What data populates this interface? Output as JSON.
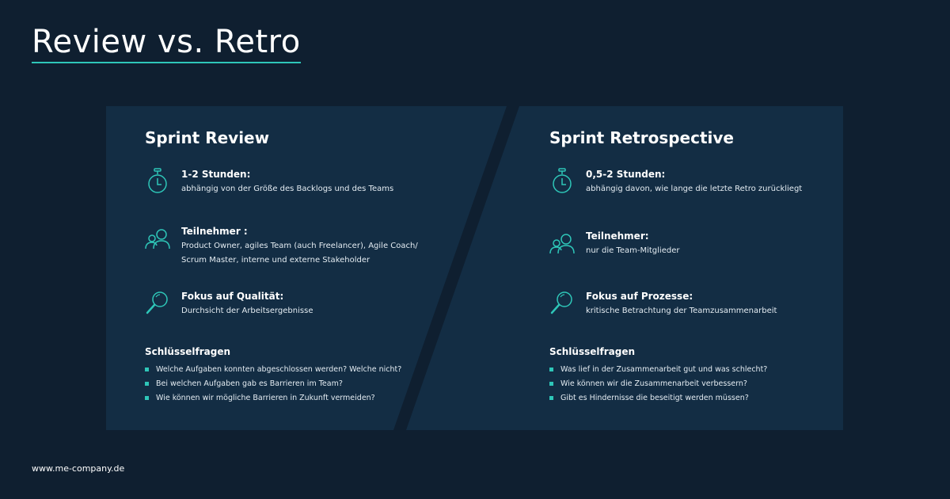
{
  "title": "Review vs. Retro",
  "colors": {
    "background": "#0f1f30",
    "panel": "#132d44",
    "accent": "#2ec6b8"
  },
  "left": {
    "heading": "Sprint Review",
    "features": [
      {
        "icon": "stopwatch-icon",
        "title": "1-2 Stunden:",
        "desc": [
          "abhängig von der Größe des Backlogs und des Teams"
        ]
      },
      {
        "icon": "people-icon",
        "title": "Teilnehmer :",
        "desc": [
          "Product Owner, agiles Team (auch Freelancer), Agile Coach/",
          "Scrum Master, interne und externe Stakeholder"
        ]
      },
      {
        "icon": "magnifier-icon",
        "title": "Fokus auf Qualität:",
        "desc": [
          "Durchsicht der Arbeitsergebnisse"
        ]
      }
    ],
    "key_title": "Schlüsselfragen",
    "key_questions": [
      "Welche Aufgaben konnten abgeschlossen werden? Welche nicht?",
      "Bei welchen Aufgaben gab es Barrieren im Team?",
      "Wie können wir mögliche Barrieren in Zukunft vermeiden?"
    ]
  },
  "right": {
    "heading": "Sprint Retrospective",
    "features": [
      {
        "icon": "stopwatch-icon",
        "title": "0,5-2 Stunden:",
        "desc": [
          "abhängig davon, wie lange die letzte Retro zurückliegt"
        ]
      },
      {
        "icon": "people-icon",
        "title": "Teilnehmer:",
        "desc": [
          "nur die Team-Mitglieder"
        ]
      },
      {
        "icon": "magnifier-icon",
        "title": "Fokus auf Prozesse:",
        "desc": [
          "kritische Betrachtung der Teamzusammenarbeit"
        ]
      }
    ],
    "key_title": "Schlüsselfragen",
    "key_questions": [
      "Was lief in der Zusammenarbeit gut und was schlecht?",
      "Wie können wir die Zusammenarbeit verbessern?",
      "Gibt es Hindernisse die beseitigt werden müssen?"
    ]
  },
  "footer": "www.me-company.de"
}
